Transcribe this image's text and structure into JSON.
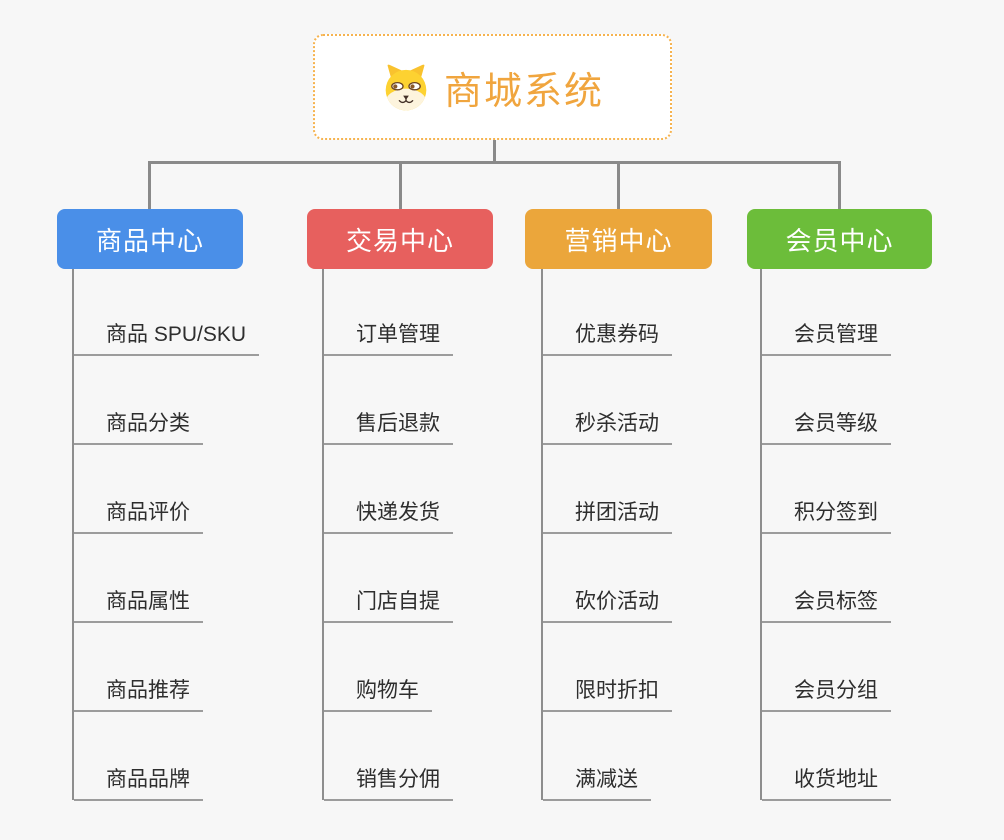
{
  "root": {
    "title": "商城系统",
    "icon": "shiba-dog-icon",
    "accent_color": "#f0a53e",
    "border_color": "#f6b34f"
  },
  "connectors": {
    "color": "#8a8a8a",
    "underline_color": "#9c9c9c"
  },
  "canvas": {
    "background": "#f7f7f7",
    "leaf_text_color": "#2e2e2e"
  },
  "branches": [
    {
      "label": "商品中心",
      "color": "#4a8fe8",
      "items": [
        "商品 SPU/SKU",
        "商品分类",
        "商品评价",
        "商品属性",
        "商品推荐",
        "商品品牌"
      ]
    },
    {
      "label": "交易中心",
      "color": "#e7605e",
      "items": [
        "订单管理",
        "售后退款",
        "快递发货",
        "门店自提",
        "购物车",
        "销售分佣"
      ]
    },
    {
      "label": "营销中心",
      "color": "#eba63b",
      "items": [
        "优惠券码",
        "秒杀活动",
        "拼团活动",
        "砍价活动",
        "限时折扣",
        "满减送"
      ]
    },
    {
      "label": "会员中心",
      "color": "#6cbd3a",
      "items": [
        "会员管理",
        "会员等级",
        "积分签到",
        "会员标签",
        "会员分组",
        "收货地址"
      ]
    }
  ]
}
